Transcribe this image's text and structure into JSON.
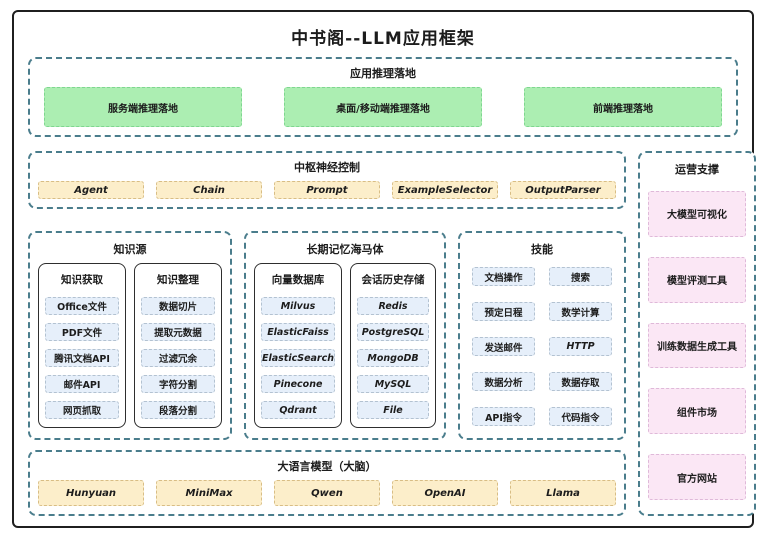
{
  "title": "中书阁--LLM应用框架",
  "app_inference": {
    "title": "应用推理落地",
    "items": [
      "服务端推理落地",
      "桌面/移动端推理落地",
      "前端推理落地"
    ]
  },
  "central_control": {
    "title": "中枢神经控制",
    "items": [
      "Agent",
      "Chain",
      "Prompt",
      "ExampleSelector",
      "OutputParser"
    ]
  },
  "knowledge_source": {
    "title": "知识源",
    "columns": [
      {
        "title": "知识获取",
        "items": [
          "Office文件",
          "PDF文件",
          "腾讯文档API",
          "邮件API",
          "网页抓取"
        ]
      },
      {
        "title": "知识整理",
        "items": [
          "数据切片",
          "提取元数据",
          "过滤冗余",
          "字符分割",
          "段落分割"
        ]
      }
    ]
  },
  "long_term_memory": {
    "title": "长期记忆海马体",
    "columns": [
      {
        "title": "向量数据库",
        "items": [
          "Milvus",
          "ElasticFaiss",
          "ElasticSearch",
          "Pinecone",
          "Qdrant"
        ]
      },
      {
        "title": "会话历史存储",
        "items": [
          "Redis",
          "PostgreSQL",
          "MongoDB",
          "MySQL",
          "File"
        ]
      }
    ]
  },
  "skills": {
    "title": "技能",
    "columns": [
      {
        "items": [
          "文档操作",
          "预定日程",
          "发送邮件",
          "数据分析",
          "API指令"
        ]
      },
      {
        "items": [
          "搜索",
          "数学计算",
          "HTTP",
          "数据存取",
          "代码指令"
        ]
      }
    ]
  },
  "llm": {
    "title": "大语言模型（大脑）",
    "items": [
      "Hunyuan",
      "MiniMax",
      "Qwen",
      "OpenAI",
      "Llama"
    ]
  },
  "operations": {
    "title": "运营支撑",
    "items": [
      "大模型可视化",
      "模型评测工具",
      "训练数据生成工具",
      "组件市场",
      "官方网站"
    ]
  },
  "colors": {
    "frame-border": "#1f1f1f",
    "section-border": "#4a7d8c",
    "green-fill": "#aceeb2",
    "green-border": "#7fd690",
    "orange-fill": "#fceeca",
    "orange-border": "#d8bd85",
    "pink-fill": "#fbe7f5",
    "pink-border": "#dfb9d9",
    "blue-fill": "#e6effa",
    "blue-border": "#b3c2d1",
    "text": "#1c1c1c"
  }
}
